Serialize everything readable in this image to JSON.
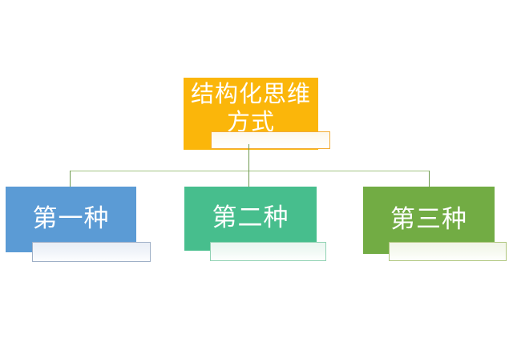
{
  "diagram": {
    "type": "hierarchy-smartart",
    "root": {
      "title_line1": "结构化思维",
      "title_line2": "方式",
      "box_color": "#FBB60A",
      "placeholder_border_color": "#F3AC35",
      "placeholder_text": ""
    },
    "children": [
      {
        "label": "第一种",
        "box_color": "#5B9BD5",
        "placeholder_border_color": "#9FB0C7",
        "placeholder_text": ""
      },
      {
        "label": "第二种",
        "box_color": "#47BE8D",
        "placeholder_border_color": "#90D2B3",
        "placeholder_text": ""
      },
      {
        "label": "第三种",
        "box_color": "#72AC44",
        "placeholder_border_color": "#AFC67E",
        "placeholder_text": ""
      }
    ],
    "connector_color": "#A3C585",
    "connector_dark_color": "#6E9A50",
    "text_color": "#FFFFFF",
    "background_color": "#FFFFFF"
  }
}
